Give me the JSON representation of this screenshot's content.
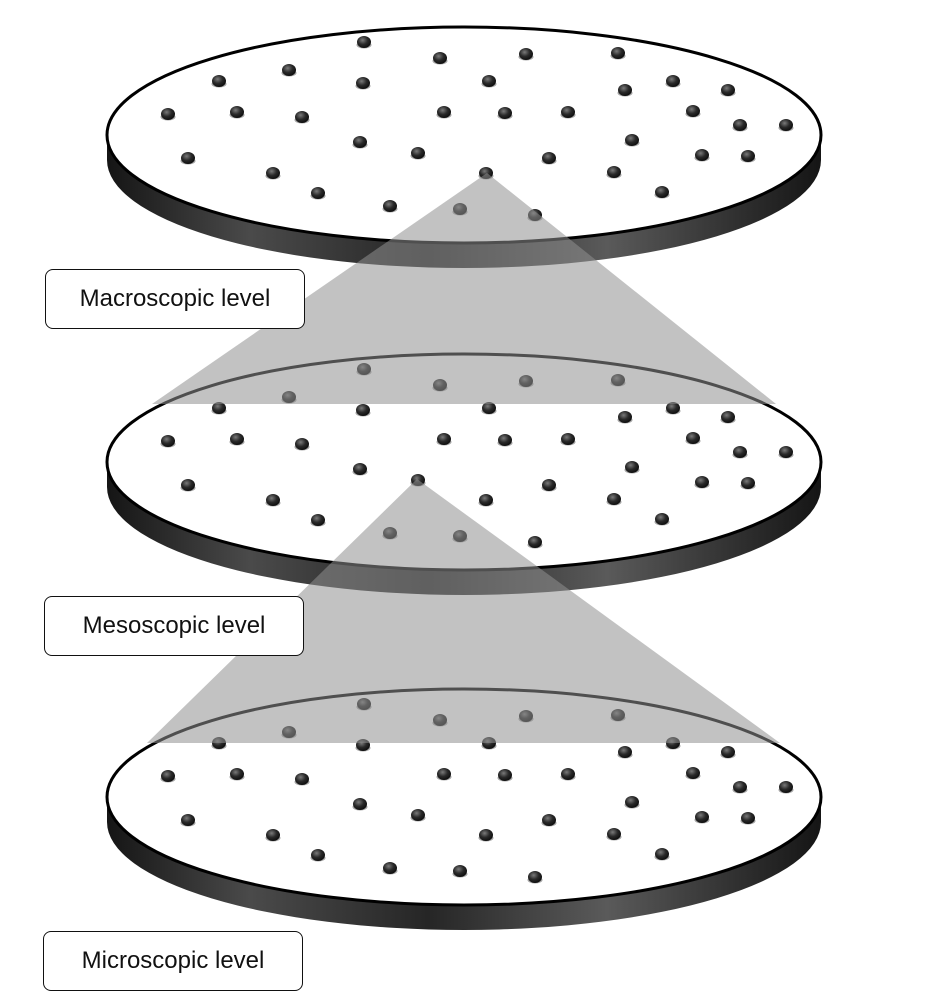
{
  "labels": {
    "macroscopic": "Macroscopic level",
    "mesoscopic": "Mesoscopic level",
    "microscopic": "Microscopic level"
  },
  "colors": {
    "disc_face": "#ffffff",
    "disc_outline": "#000000",
    "disc_rim": "#2e2e2e",
    "zoom_cone": "#999999",
    "particle": "#1e1e1e"
  }
}
